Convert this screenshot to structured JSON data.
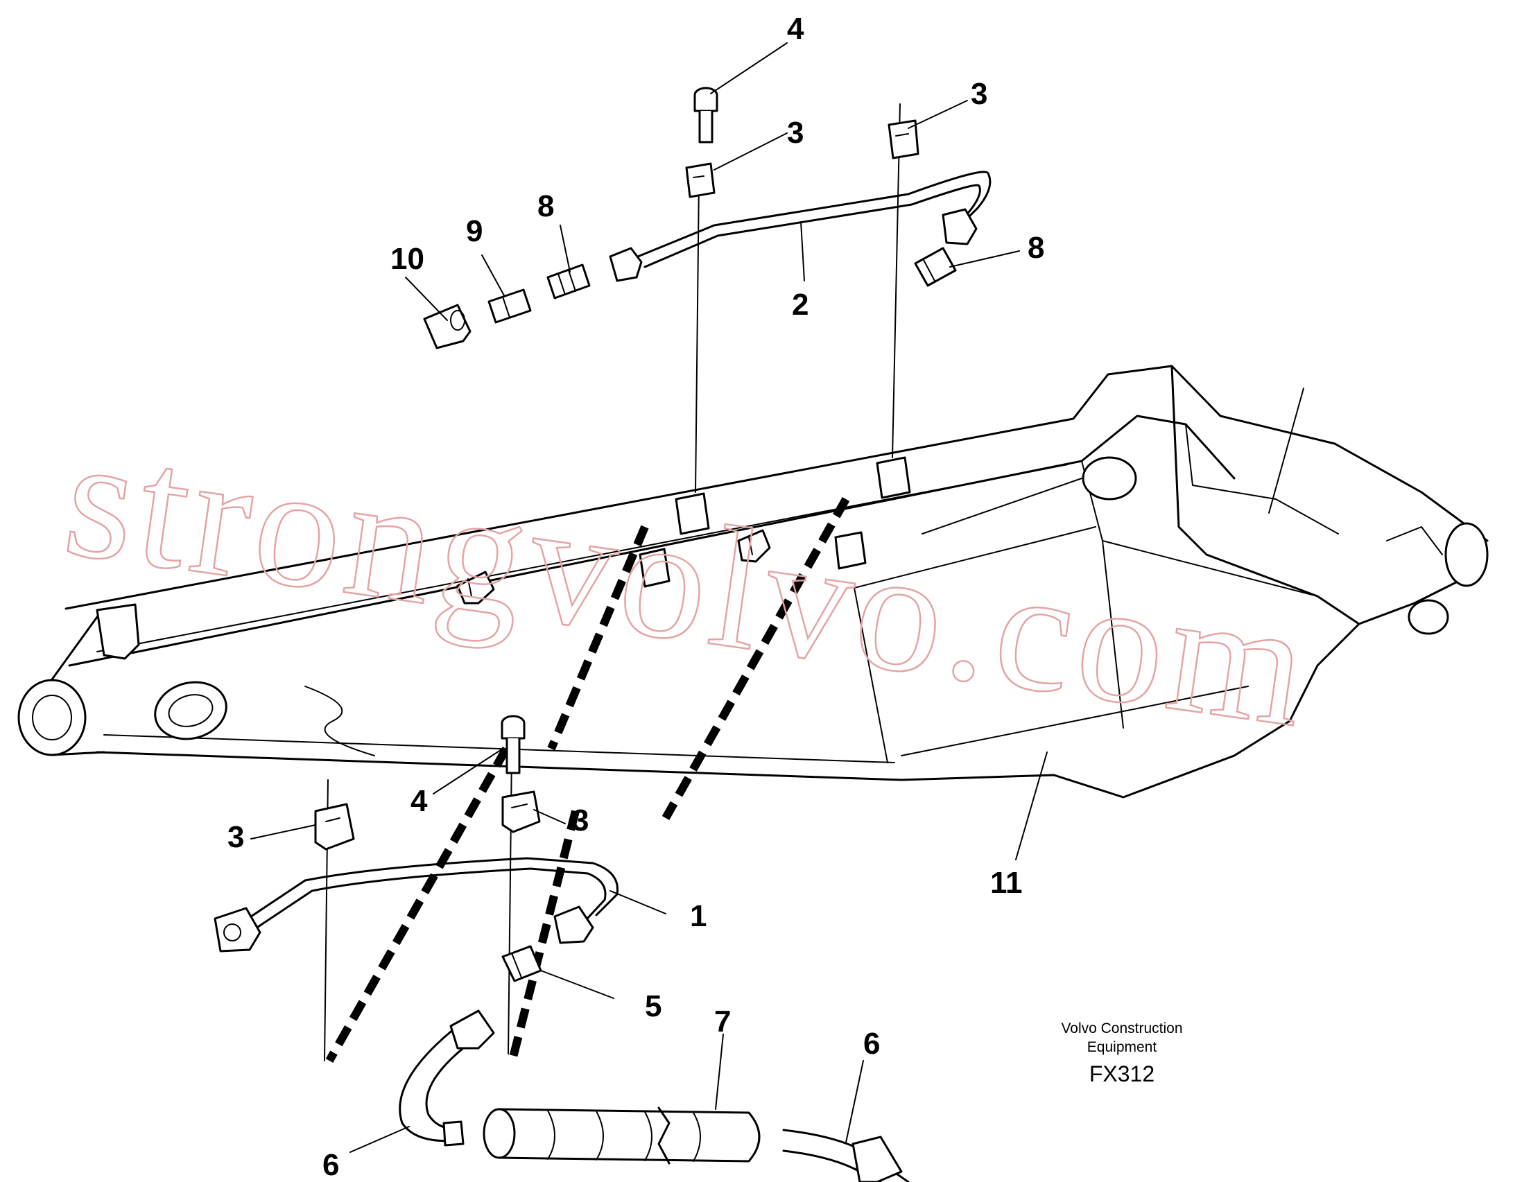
{
  "figure": {
    "code": "FX312",
    "caption_line1": "Volvo Construction",
    "caption_line2": "Equipment",
    "watermark": "strongvolvo.com",
    "watermark_color": "#e5a3a3"
  },
  "callouts": {
    "c1": "1",
    "c2": "2",
    "c3a": "3",
    "c3b": "3",
    "c3c": "3",
    "c3d": "3",
    "c4a": "4",
    "c4b": "4",
    "c5": "5",
    "c6a": "6",
    "c6b": "6",
    "c7": "7",
    "c8a": "8",
    "c8b": "8",
    "c9": "9",
    "c10": "10",
    "c11": "11"
  },
  "icons": [
    "boom-arm",
    "pipe",
    "clamp",
    "bolt",
    "nipple",
    "nut",
    "hose",
    "protective-sleeve"
  ]
}
